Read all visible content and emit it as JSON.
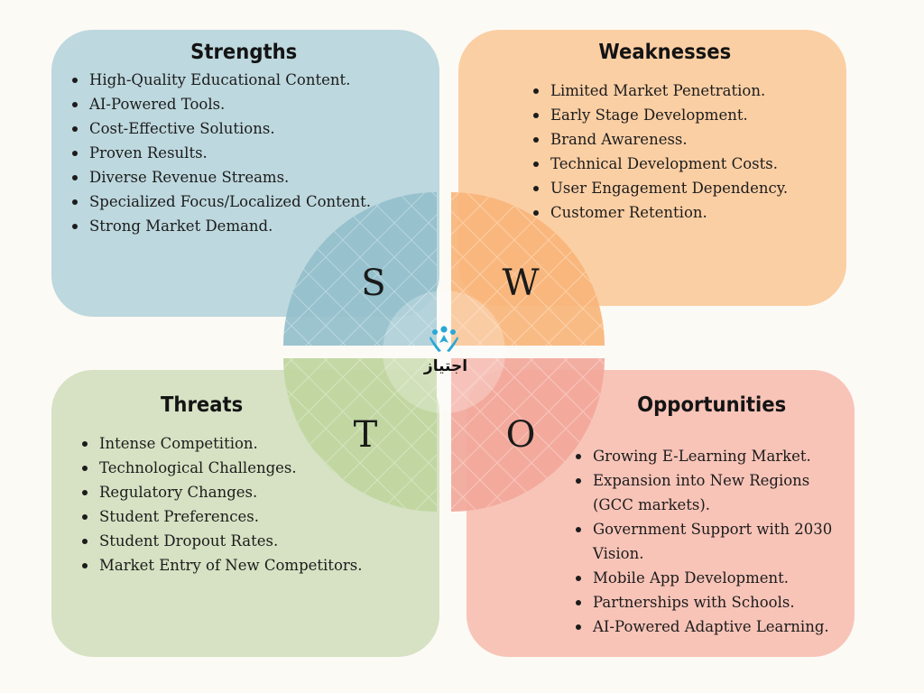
{
  "strengths": {
    "title": "Strengths",
    "items": [
      "High-Quality Educational Content.",
      "AI-Powered Tools.",
      "Cost-Effective Solutions.",
      "Proven Results.",
      "Diverse Revenue Streams.",
      "Specialized Focus/Localized Content.",
      "Strong Market Demand."
    ]
  },
  "weaknesses": {
    "title": "Weaknesses",
    "items": [
      "Limited Market Penetration.",
      "Early Stage Development.",
      "Brand Awareness.",
      "Technical Development Costs.",
      "User Engagement Dependency.",
      "Customer Retention."
    ]
  },
  "threats": {
    "title": "Threats",
    "items": [
      "Intense Competition.",
      "Technological Challenges.",
      "Regulatory Changes.",
      "Student Preferences.",
      "Student Dropout Rates.",
      "Market Entry of New Competitors."
    ]
  },
  "opportunities": {
    "title": "Opportunities",
    "items": [
      "Growing E-Learning Market.",
      "Expansion into New Regions (GCC markets).",
      "Government Support with 2030 Vision.",
      "Mobile App Development.",
      "Partnerships with Schools.",
      "AI-Powered Adaptive Learning."
    ]
  },
  "wheel": {
    "letters": {
      "s": "S",
      "w": "W",
      "t": "T",
      "o": "O"
    },
    "colors": {
      "s": "#93bfcb",
      "w": "#f8b57a",
      "t": "#bfd59e",
      "o": "#f2a79a"
    }
  },
  "logo": {
    "text": "اجتياز",
    "icon": "people-group-icon",
    "color": "#29a8d6"
  }
}
